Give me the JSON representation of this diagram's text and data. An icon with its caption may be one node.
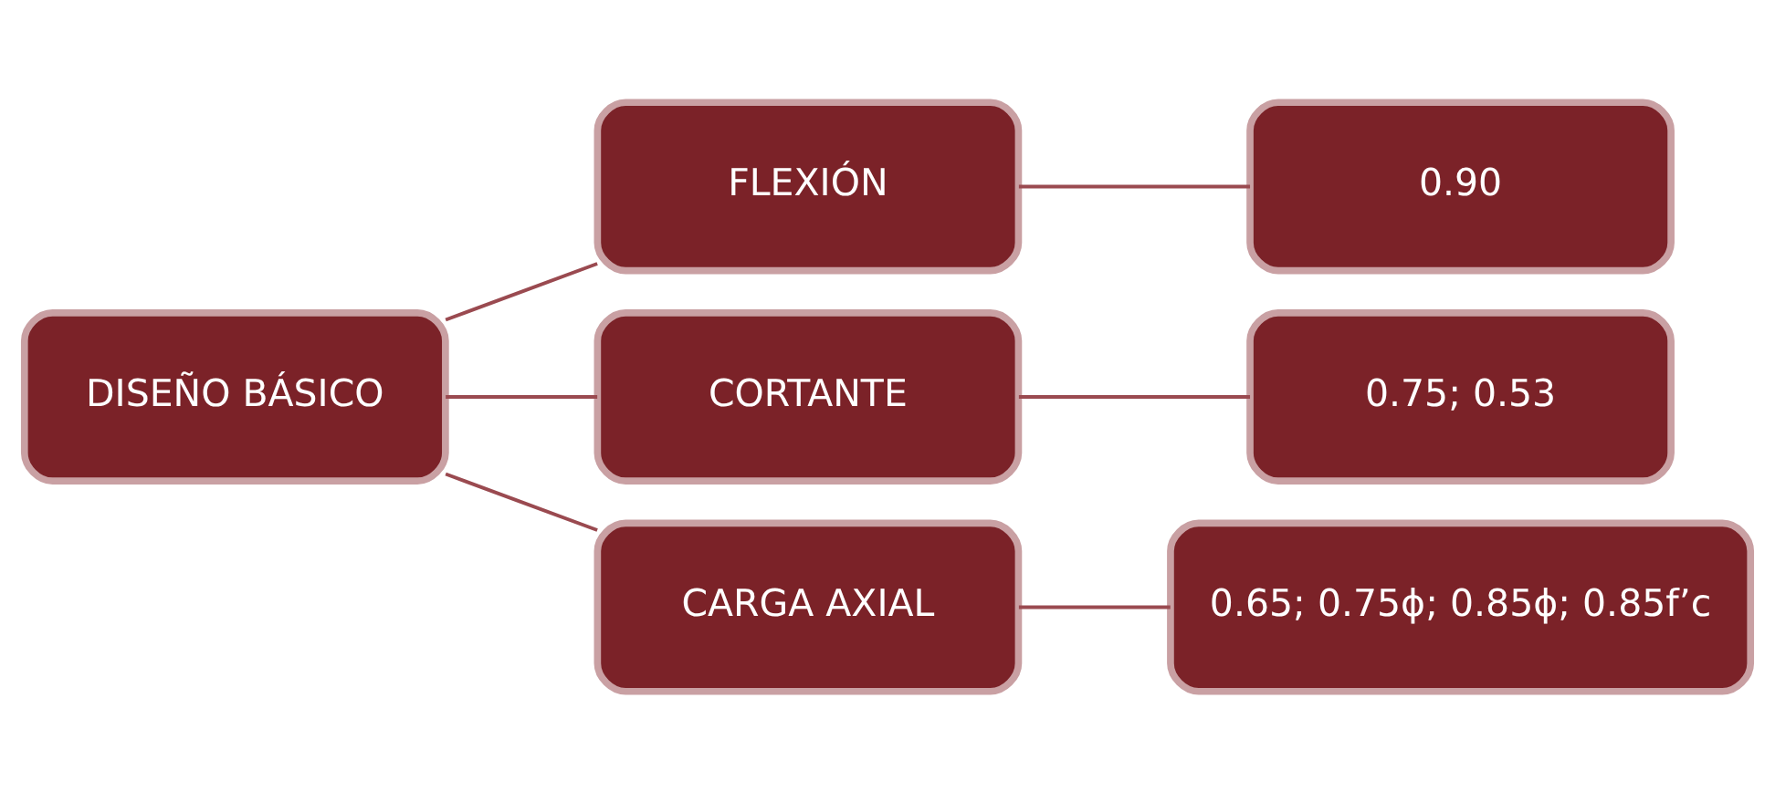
{
  "diagram": {
    "nodes": [
      {
        "text": [
          "DISEÑO BÁSICO"
        ]
      },
      {
        "text": [
          "FLEXIÓN"
        ]
      },
      {
        "text": [
          "CORTANTE"
        ]
      },
      {
        "text": [
          "CARGA AXIAL"
        ]
      },
      {
        "text": [
          "0.90"
        ]
      },
      {
        "text": [
          "0.75; 0.53"
        ]
      },
      {
        "text": [
          "0.65; 0.75ϕ; 0.85ϕ; 0.85f’c"
        ]
      }
    ],
    "edges": [
      {
        "from": 0,
        "to": 1,
        "arrow": "none"
      },
      {
        "from": 0,
        "to": 2,
        "arrow": "none"
      },
      {
        "from": 0,
        "to": 3,
        "arrow": "none"
      },
      {
        "from": 1,
        "to": 4,
        "arrow": "none"
      },
      {
        "from": 2,
        "to": 5,
        "arrow": "none"
      },
      {
        "from": 3,
        "to": 6,
        "arrow": "none"
      }
    ]
  }
}
